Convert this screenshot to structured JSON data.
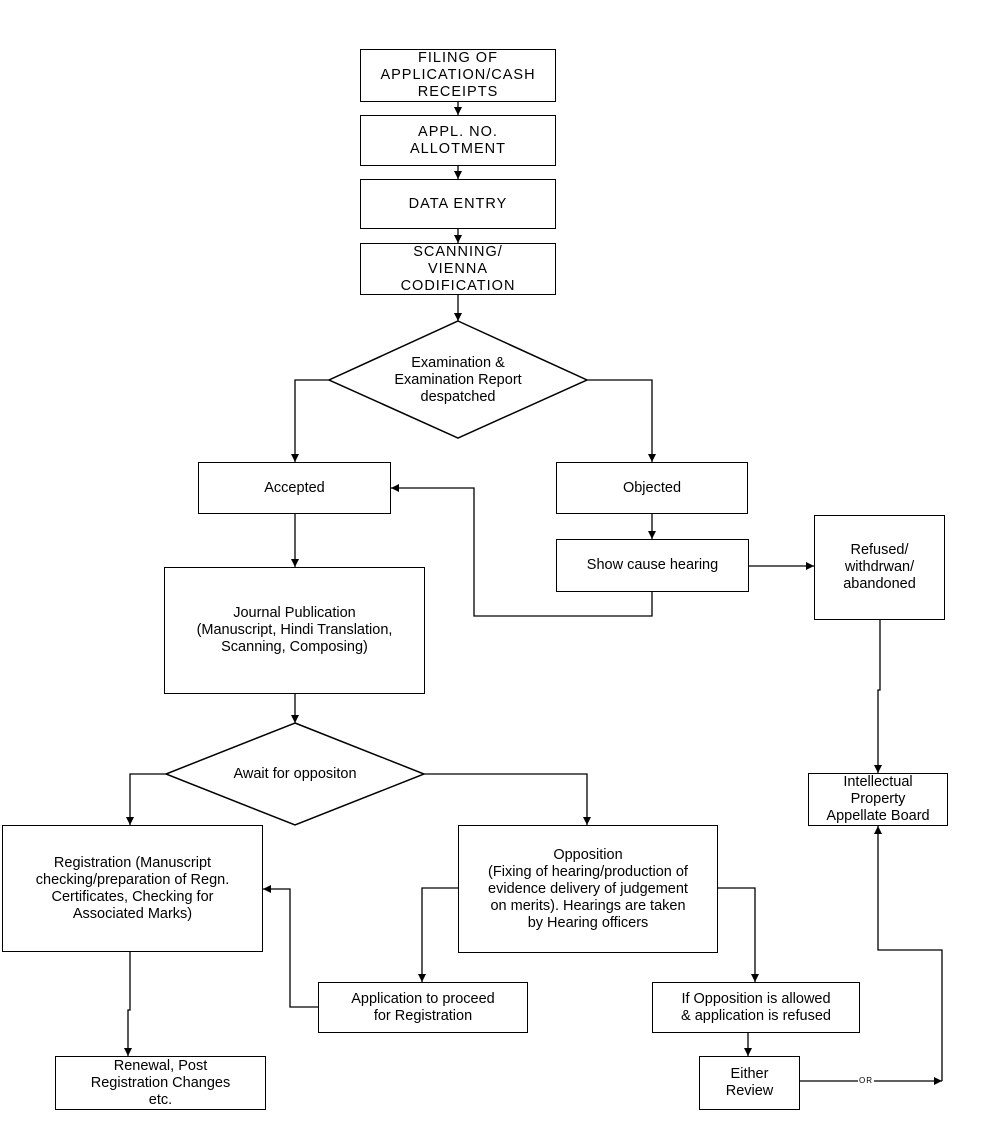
{
  "nodes": {
    "filing": "FILING OF\nAPPLICATION/CASH\nRECEIPTS",
    "allotment": "APPL. NO.\nALLOTMENT",
    "data_entry": "DATA ENTRY",
    "scanning": "SCANNING/\nVIENNA\nCODIFICATION",
    "examination": "Examination &\nExamination Report\ndespatched",
    "accepted": "Accepted",
    "objected": "Objected",
    "show_cause": "Show cause hearing",
    "refused": "Refused/\nwithdrwan/\nabandoned",
    "journal": "Journal Publication\n(Manuscript, Hindi Translation,\nScanning, Composing)",
    "await": "Await for oppositon",
    "ipab": "Intellectual\nProperty\nAppellate Board",
    "registration": "Registration (Manuscript\nchecking/preparation of Regn.\nCertificates, Checking for\nAssociated Marks)",
    "opposition": "Opposition\n(Fixing of hearing/production of\nevidence delivery of judgement\non merits). Hearings are taken\nby Hearing officers",
    "proceed": "Application to proceed\nfor Registration",
    "allowed": "If Opposition is allowed\n& application is refused",
    "renewal": "Renewal, Post\nRegistration Changes\netc.",
    "review": "Either\nReview"
  },
  "edge_labels": {
    "or": "OR"
  },
  "colors": {
    "stroke": "#000000",
    "fill": "#ffffff",
    "text": "#000000"
  }
}
